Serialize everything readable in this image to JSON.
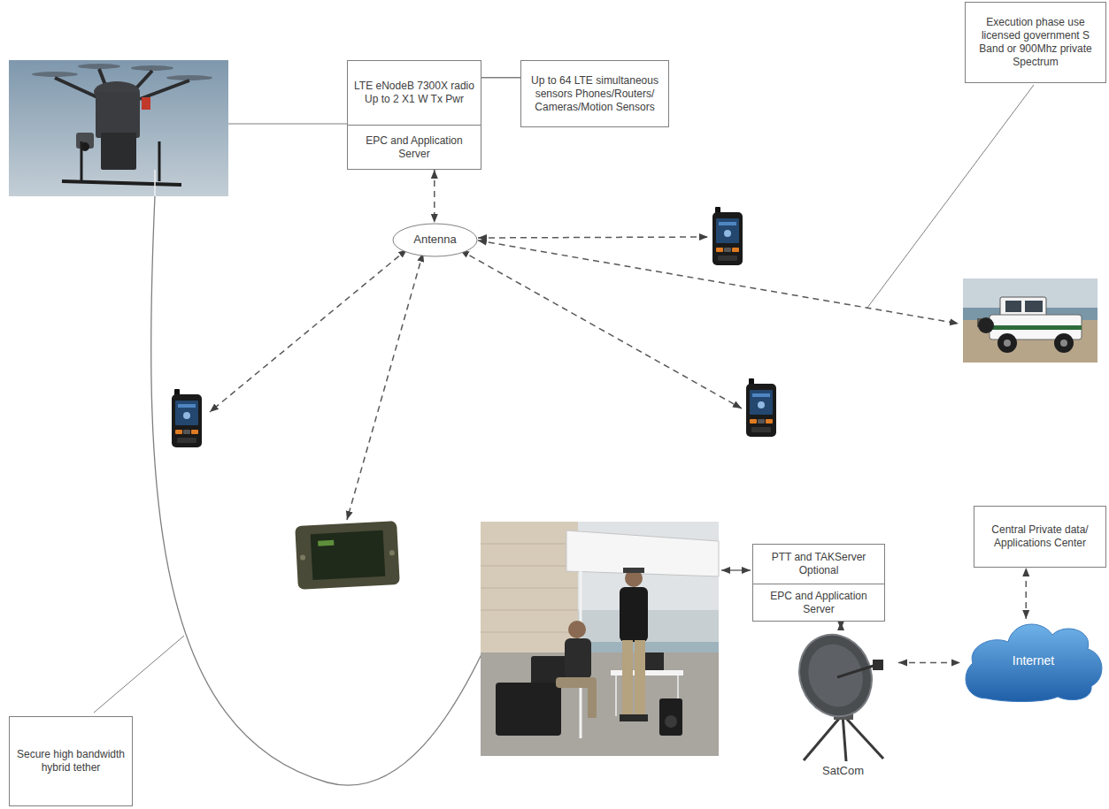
{
  "diagram": {
    "nodes": [
      {
        "text": [
          "LTE eNodeB 7300X radio Up to 2 X1 W Tx Pwr",
          "EPC and Application Server"
        ]
      },
      {
        "text": [
          "Up to 64 LTE simultaneous sensors Phones/Routers/ Cameras/Motion Sensors"
        ]
      },
      {
        "text": [
          "Execution phase use licensed government S Band or 900Mhz private Spectrum"
        ]
      },
      {
        "text": [
          "Antenna"
        ]
      },
      {
        "text": [
          "Central Private data/ Applications Center"
        ]
      },
      {
        "text": [
          "PTT and TAKServer Optional",
          "EPC and Application Server"
        ]
      },
      {
        "text": [
          "Internet"
        ]
      },
      {
        "text": [
          "SatCom"
        ]
      },
      {
        "text": [
          "Secure high bandwidth hybrid tether"
        ]
      }
    ],
    "edges": [
      {
        "from": 0,
        "to": 1,
        "arrow": "none"
      },
      {
        "from": 0,
        "to": 3,
        "arrow": "both"
      },
      {
        "from": 5,
        "to": 7,
        "arrow": "both"
      },
      {
        "from": 7,
        "to": 6,
        "arrow": "both"
      },
      {
        "from": 6,
        "to": 4,
        "arrow": "both"
      }
    ]
  }
}
